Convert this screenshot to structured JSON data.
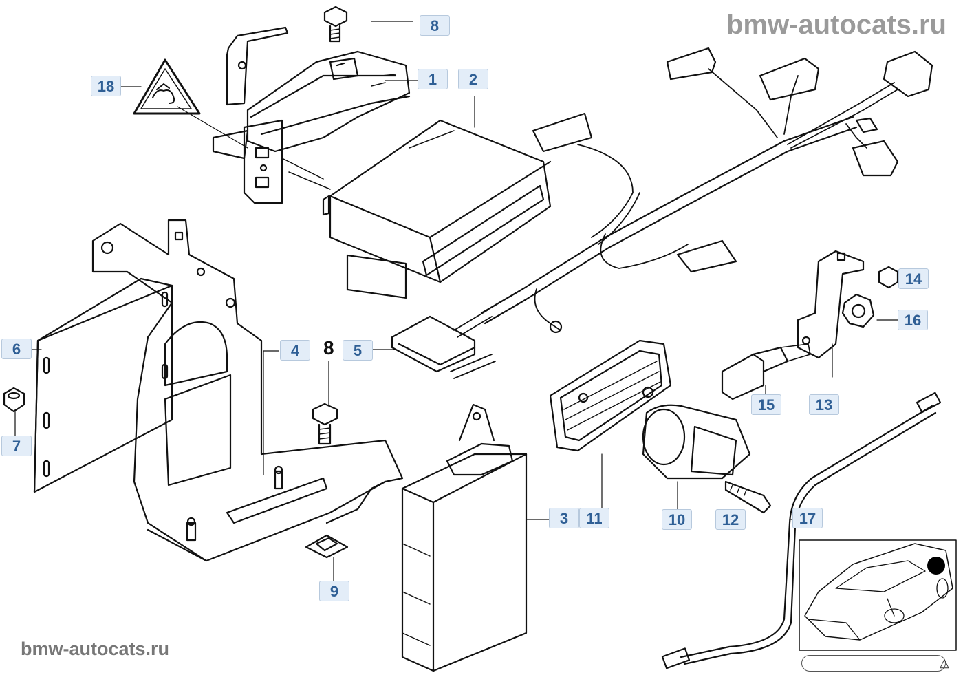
{
  "watermark": {
    "top": "bmw-autocats.ru",
    "bottom": "bmw-autocats.ru"
  },
  "callouts": {
    "c1": "1",
    "c2": "2",
    "c3": "3",
    "c4": "4",
    "c5": "5",
    "c6": "6",
    "c7": "7",
    "c8": "8",
    "c8_plain": "8",
    "c9": "9",
    "c10": "10",
    "c11": "11",
    "c12": "12",
    "c13": "13",
    "c14": "14",
    "c15": "15",
    "c16": "16",
    "c17": "17",
    "c18": "18"
  },
  "inset": {
    "glyph": "△"
  },
  "colors": {
    "line": "#111111",
    "callout_bg": "#e3edf8",
    "callout_text": "#2f5f95",
    "watermark": "#9a9a9a"
  }
}
